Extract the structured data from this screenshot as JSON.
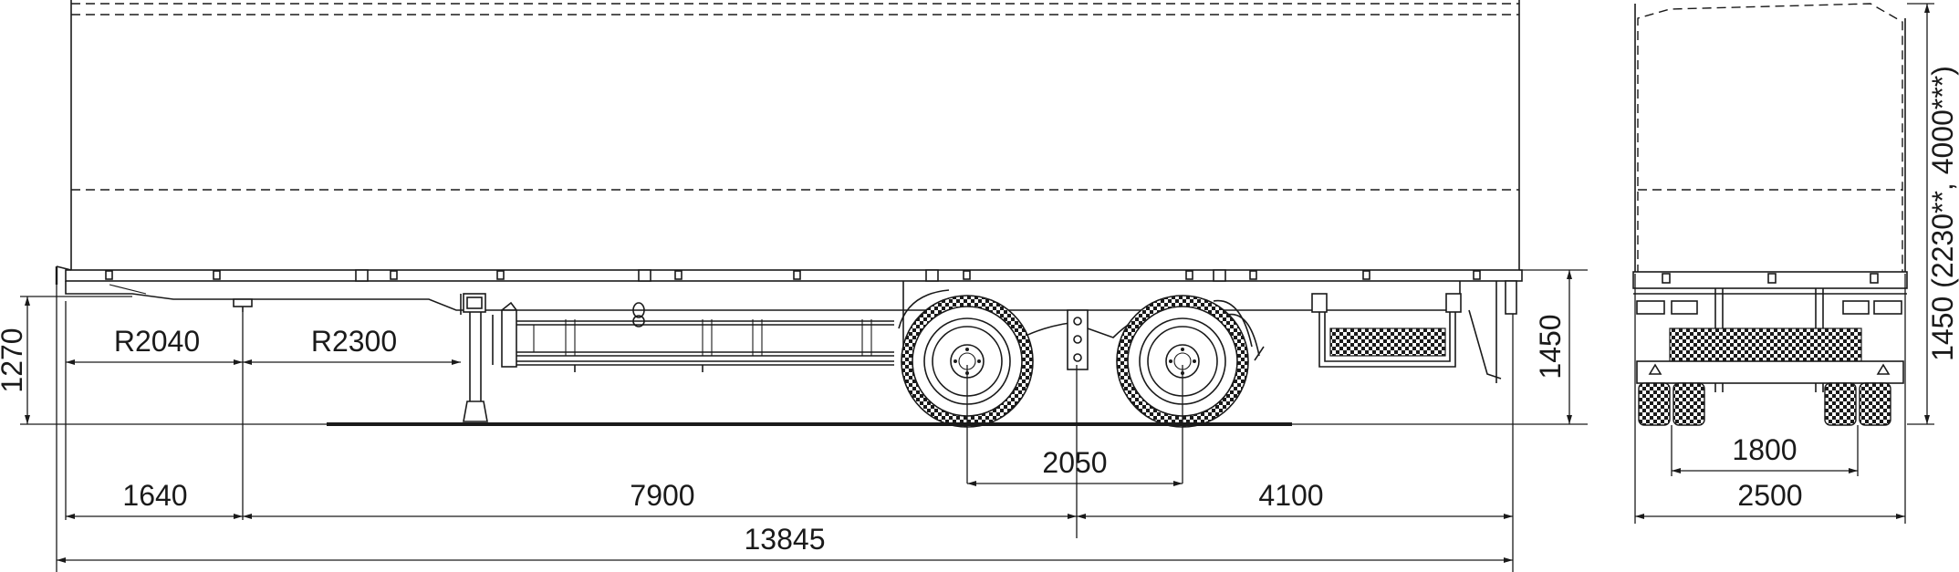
{
  "dimensions": {
    "radius_front": "R2040",
    "radius_rear": "R2300",
    "height_coupling": "1270",
    "height_platform": "1450",
    "height_rear": "1450 (2230**, 4000***)",
    "kingpin_offset": "1640",
    "kingpin_to_axles": "7900",
    "axle_spacing": "2050",
    "rear_overhang": "4100",
    "overall_length": "13845",
    "track_width": "1800",
    "overall_width": "2500"
  }
}
